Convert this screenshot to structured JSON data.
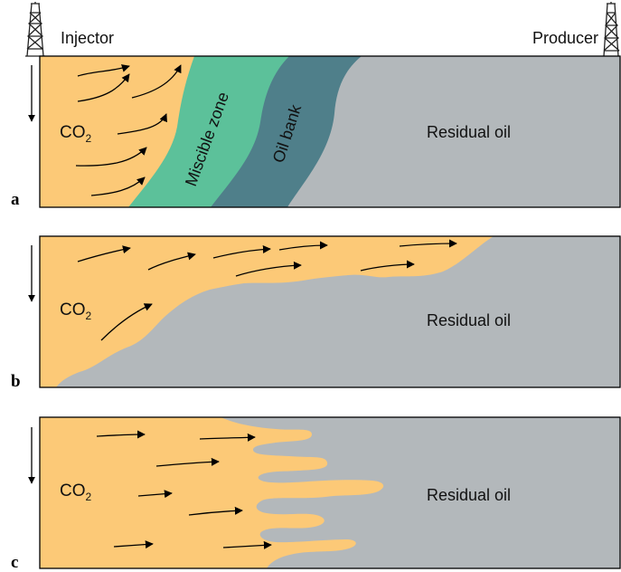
{
  "wells": {
    "injector_label": "Injector",
    "producer_label": "Producer"
  },
  "panels": [
    {
      "letter": "a",
      "co2_label": "CO",
      "co2_subscript": "2",
      "miscible_label": "Miscible zone",
      "oil_bank_label": "Oil bank",
      "residual_label": "Residual oil"
    },
    {
      "letter": "b",
      "co2_label": "CO",
      "co2_subscript": "2",
      "residual_label": "Residual oil"
    },
    {
      "letter": "c",
      "co2_label": "CO",
      "co2_subscript": "2",
      "residual_label": "Residual oil"
    }
  ],
  "colors": {
    "co2": "#fcc977",
    "miscible": "#5cc19a",
    "oil_bank": "#4f7f8a",
    "residual_oil": "#b3b8bb",
    "outline": "#000000"
  }
}
